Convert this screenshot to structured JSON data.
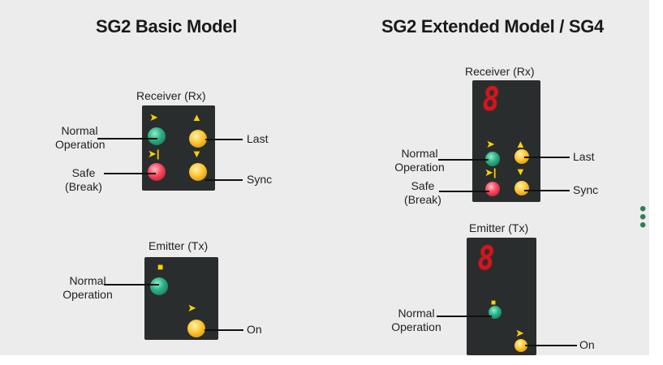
{
  "basic": {
    "title": "SG2 Basic Model",
    "receiver": {
      "heading": "Receiver  (Rx)",
      "normal_label": "Normal\nOperation",
      "safe_label": "Safe\n(Break)",
      "last_label": "Last",
      "sync_label": "Sync"
    },
    "emitter": {
      "heading": "Emitter (Tx)",
      "normal_label": "Normal\nOperation",
      "on_label": "On"
    }
  },
  "extended": {
    "title": "SG2 Extended Model / SG4",
    "receiver": {
      "heading": "Receiver  (Rx)",
      "display_digit": "8",
      "normal_label": "Normal\nOperation",
      "safe_label": "Safe\n(Break)",
      "last_label": "Last",
      "sync_label": "Sync"
    },
    "emitter": {
      "heading": "Emitter (Tx)",
      "display_digit": "8",
      "normal_label": "Normal\nOperation",
      "on_label": "On"
    }
  },
  "more_indicator": "• • •",
  "colors": {
    "background": "#ececec",
    "panel": "#2a2d2e",
    "led_green": "#2fb389",
    "led_red": "#ff4d63",
    "led_amber": "#ffc52e",
    "symbol_yellow": "#ffd200",
    "display_red": "#d8141c"
  }
}
